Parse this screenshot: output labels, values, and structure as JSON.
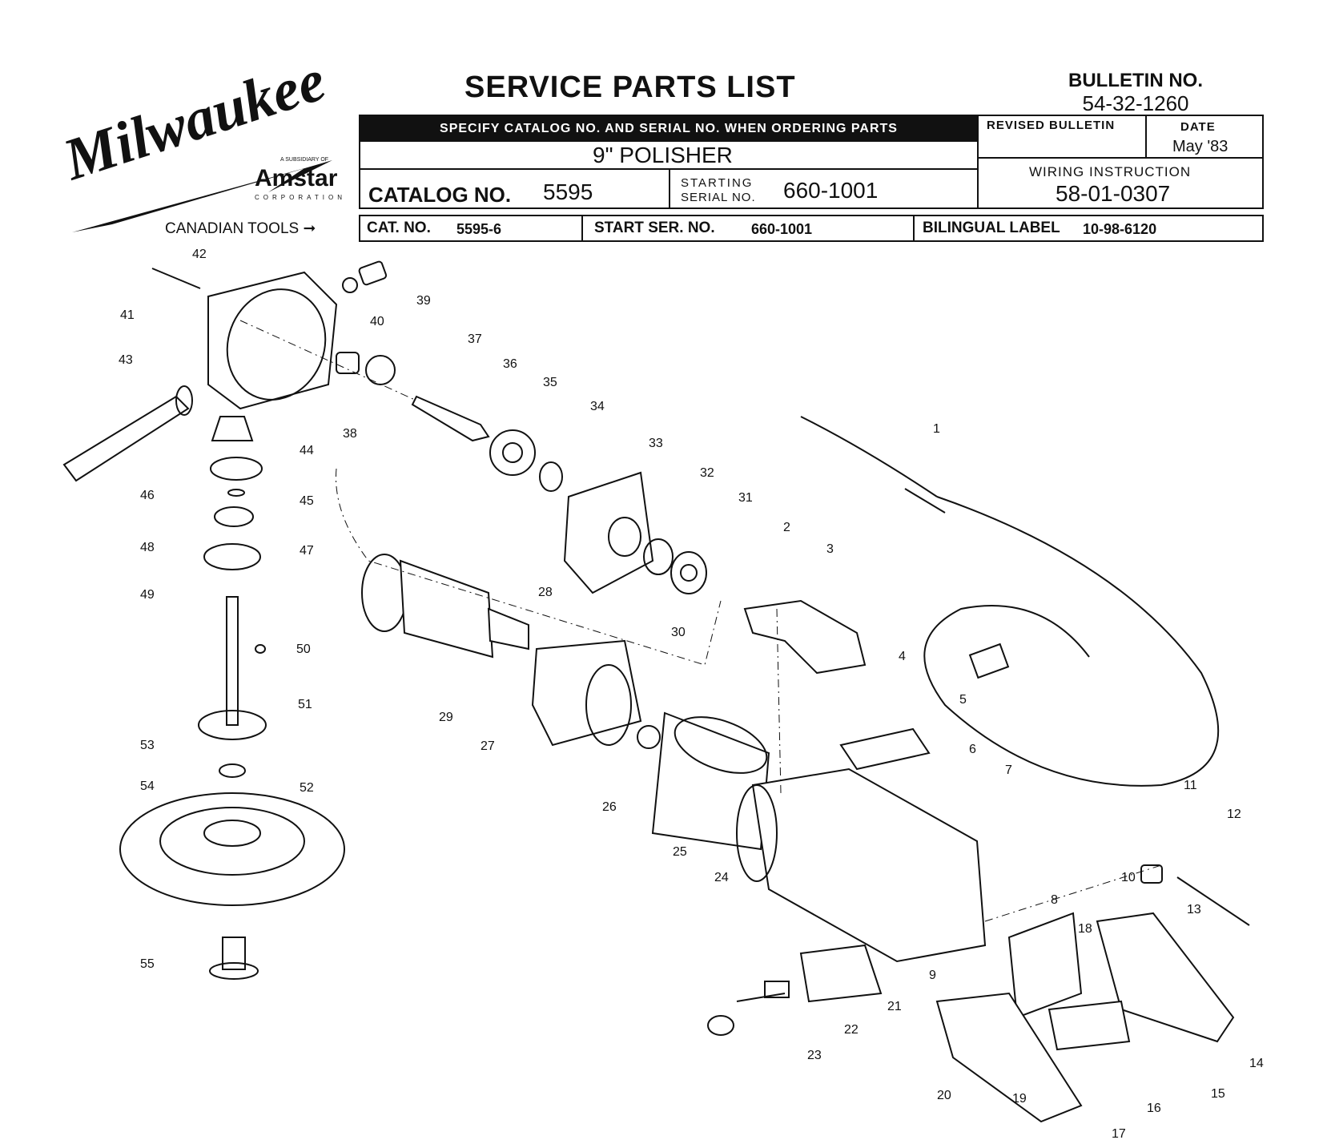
{
  "header": {
    "brand": "Milwaukee",
    "subsidiary": "A SUBSIDIARY OF",
    "parent": "Amstar",
    "corporation": "CORPORATION",
    "title": "SERVICE PARTS LIST",
    "bulletin_label": "BULLETIN NO.",
    "bulletin_no": "54-32-1260",
    "specify_note": "SPECIFY CATALOG NO. AND SERIAL NO. WHEN ORDERING PARTS",
    "product": "9\" POLISHER",
    "revised_label": "REVISED BULLETIN",
    "date_label": "DATE",
    "date_value": "May '83",
    "catalog_label": "CATALOG NO.",
    "catalog_value": "5595",
    "starting_label": "STARTING",
    "serial_label": "SERIAL NO.",
    "serial_value": "660-1001",
    "wiring_label": "WIRING INSTRUCTION",
    "wiring_value": "58-01-0307"
  },
  "canadian": {
    "label": "CANADIAN TOOLS",
    "cat_label": "CAT. NO.",
    "cat_value": "5595-6",
    "start_label": "START SER. NO.",
    "start_value": "660-1001",
    "bilingual_label": "BILINGUAL LABEL",
    "bilingual_value": "10-98-6120"
  },
  "diagram": {
    "part_numbers": [
      "1",
      "2",
      "3",
      "4",
      "5",
      "6",
      "7",
      "8",
      "9",
      "10",
      "11",
      "12",
      "13",
      "14",
      "15",
      "16",
      "17",
      "18",
      "19",
      "20",
      "21",
      "22",
      "23",
      "24",
      "25",
      "26",
      "27",
      "28",
      "29",
      "30",
      "31",
      "32",
      "33",
      "34",
      "35",
      "36",
      "37",
      "38",
      "39",
      "40",
      "41",
      "42",
      "43",
      "44",
      "45",
      "46",
      "47",
      "48",
      "49",
      "50",
      "51",
      "52",
      "53",
      "54",
      "55"
    ]
  }
}
